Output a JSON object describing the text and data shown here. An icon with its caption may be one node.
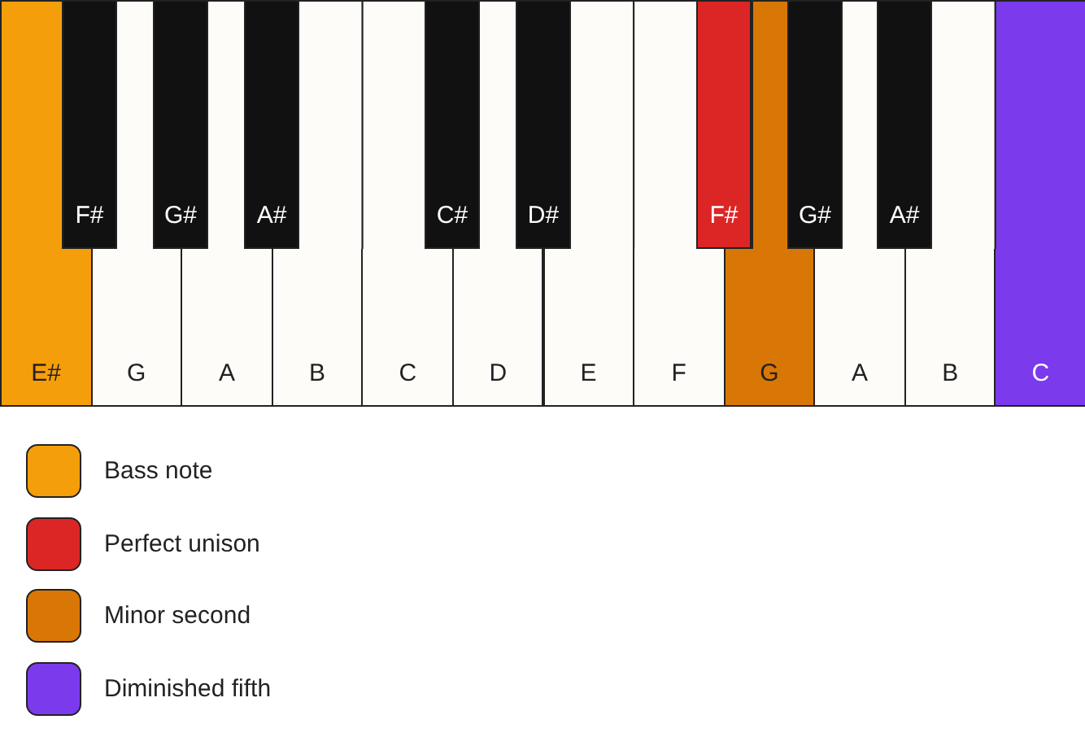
{
  "diagram": {
    "nodes": [
      {
        "text": [
          "E#"
        ]
      },
      {
        "text": [
          "G"
        ]
      },
      {
        "text": [
          "A"
        ]
      },
      {
        "text": [
          "B"
        ]
      },
      {
        "text": [
          "C"
        ]
      },
      {
        "text": [
          "D"
        ]
      },
      {
        "text": [
          "E"
        ]
      },
      {
        "text": [
          "F"
        ]
      },
      {
        "text": [
          "G"
        ]
      },
      {
        "text": [
          "A"
        ]
      },
      {
        "text": [
          "B"
        ]
      },
      {
        "text": [
          "C"
        ]
      },
      {
        "text": [
          "F#"
        ]
      },
      {
        "text": [
          "G#"
        ]
      },
      {
        "text": [
          "A#"
        ]
      },
      {
        "text": [
          "C#"
        ]
      },
      {
        "text": [
          "D#"
        ]
      },
      {
        "text": [
          "F#"
        ]
      },
      {
        "text": [
          "G#"
        ]
      },
      {
        "text": [
          "A#"
        ]
      }
    ],
    "legend": [
      {
        "text": "Bass note",
        "color": "#f59e0b"
      },
      {
        "text": "Perfect unison",
        "color": "#dc2626"
      },
      {
        "text": "Minor second",
        "color": "#d97706"
      },
      {
        "text": "Diminished fifth",
        "color": "#7c3aed"
      }
    ]
  }
}
